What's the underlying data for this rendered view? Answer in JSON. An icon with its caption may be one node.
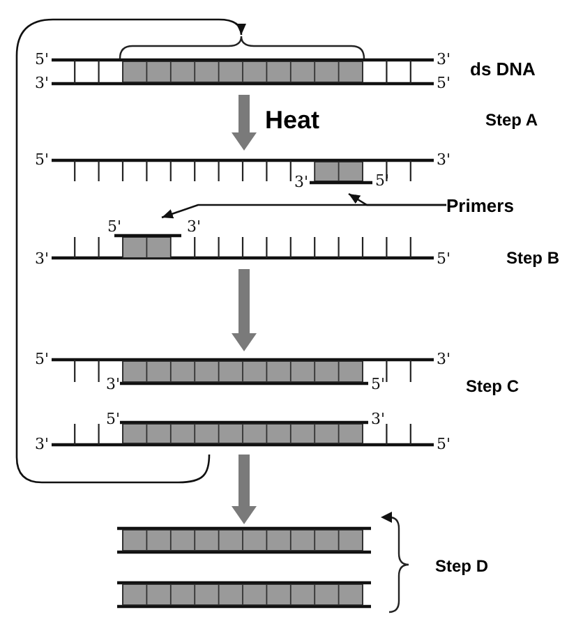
{
  "diagram": {
    "nodes": [
      {
        "text": [
          "5'",
          "3'",
          "3'",
          "5'"
        ],
        "beside": [
          "ds DNA"
        ]
      },
      {
        "text": [
          "5'",
          "3'"
        ]
      },
      {
        "text": [
          "3'",
          "5'"
        ],
        "in": 1
      },
      {
        "text": [
          "Primers"
        ]
      },
      {
        "text": [
          "3'",
          "5'"
        ]
      },
      {
        "text": [
          "5'",
          "3'"
        ],
        "in": 4
      },
      {
        "text": [
          "5'",
          "3'",
          "3'",
          "5'"
        ]
      },
      {
        "text": [
          "5'",
          "3'",
          "3'",
          "5'"
        ]
      },
      {
        "text": [],
        "shape": "box"
      },
      {
        "text": [],
        "shape": "box"
      }
    ],
    "edges": [
      {
        "from": 0,
        "to": 1,
        "arrow": "to",
        "label": "Heat",
        "style": "thick",
        "color": "#7a7a7a"
      },
      {
        "from": 3,
        "to": 2,
        "arrow": "to",
        "color": "#111111"
      },
      {
        "from": 3,
        "to": 5,
        "arrow": "to",
        "color": "#111111"
      },
      {
        "from": 4,
        "to": 6,
        "arrow": "to",
        "style": "thick",
        "color": "#7a7a7a"
      },
      {
        "from": 7,
        "to": 0,
        "arrow": "to",
        "color": "#111111"
      },
      {
        "from": 7,
        "to": 8,
        "arrow": "to",
        "style": "thick",
        "color": "#7a7a7a"
      }
    ],
    "labels": [
      "Step A",
      "Step B",
      "Step C",
      "Step D"
    ]
  }
}
